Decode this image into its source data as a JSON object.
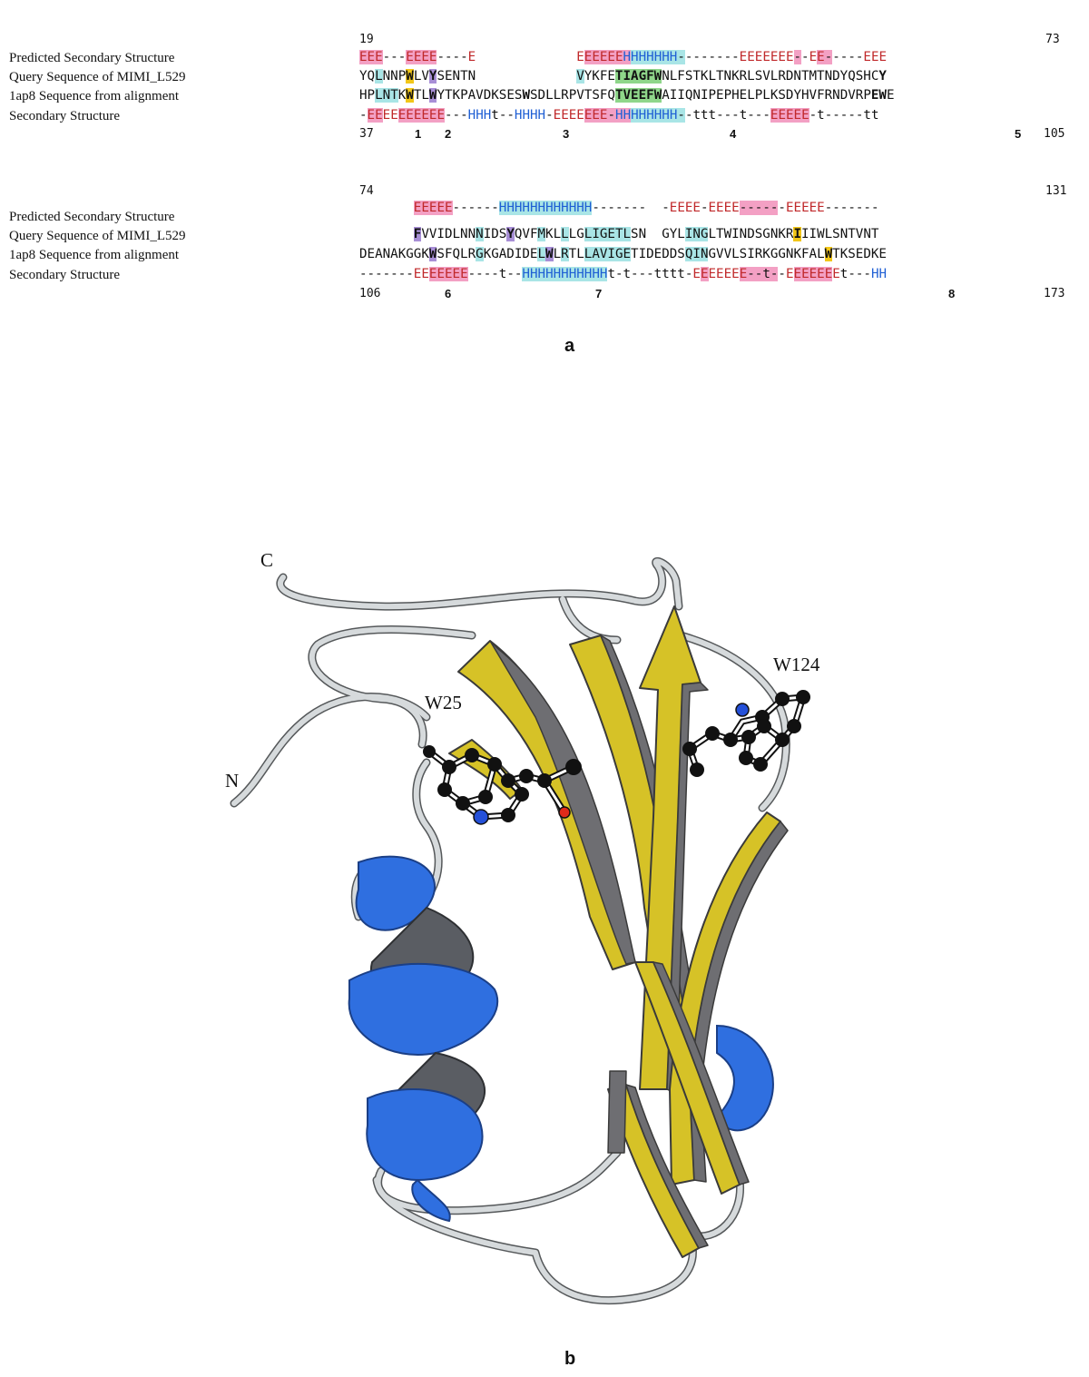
{
  "panel_a": {
    "block1": {
      "start_top": "19",
      "end_top": "73",
      "start_bottom": "37",
      "end_bottom": "105",
      "labels": [
        "Predicted Secondary Structure",
        "Query Sequence of MIMI_L529",
        "1ap8 Sequence from alignment",
        "Secondary Structure"
      ],
      "pred_ss": "EEE---EEEE----E             EEEEEEHHHHHHH--------EEEEEEE--EE-----EEE",
      "query_seq": "YQLNNPWLVYSENTN             VYKFETIAGFWNLFSTKLTNKRLSVLRDNTMTNDYQSHCY",
      "ap8_seq": "HPLNTKWTLWYTKPAVDKSESWSDLLRPVTSFQTVEEFWAIIQNIPEPHELPLKSDYHVFRNDVRPEWE",
      "ss": "-EEEEEEEEEE---HHHt--HHHH-EEEEEEE-HHHHHHHH--ttt---t---EEEEE-t-----tt",
      "motifs": [
        "1",
        "2",
        "3",
        "4",
        "5"
      ]
    },
    "block2": {
      "start_top": "74",
      "end_top": "131",
      "start_bottom": "106",
      "end_bottom": "173",
      "labels": [
        "Predicted Secondary Structure",
        "Query Sequence of MIMI_L529",
        "1ap8 Sequence from alignment",
        "Secondary Structure"
      ],
      "pred_ss": "       EEEEE------HHHHHHHHHHHH-------  -EEEE-EEEE------EEEEE-------",
      "query_seq": "       FVVIDLNNNIDSYQVFMKLLLGLIGETLSN  GYLINGLTWINDSGNKRIIIWLSNTVNT",
      "ap8_seq": "DEANAKGGKWSFQLRGKGADIDELWLRTLLAVIGETIDEDDSQINGVVLSIRKGGNKFALWTKSEDKE",
      "ss": "-------EEEEEEE----t--HHHHHHHHHHHt-t---tttt-EEEEEEE--t--EEEEEEEt---HH",
      "motifs": [
        "6",
        "7",
        "8"
      ]
    },
    "panel_label": "a"
  },
  "panel_b": {
    "labels": {
      "c_term": "C",
      "n_term": "N",
      "w25": "W25",
      "w124": "W124"
    },
    "colors": {
      "strand": "#d6c227",
      "strand_side": "#6e6e72",
      "helix": "#2f6fe0",
      "coil": "#c8ccce",
      "atom_carbon": "#111111",
      "atom_nitrogen": "#2450d8",
      "atom_oxygen": "#e02a1a"
    },
    "panel_label": "b"
  }
}
